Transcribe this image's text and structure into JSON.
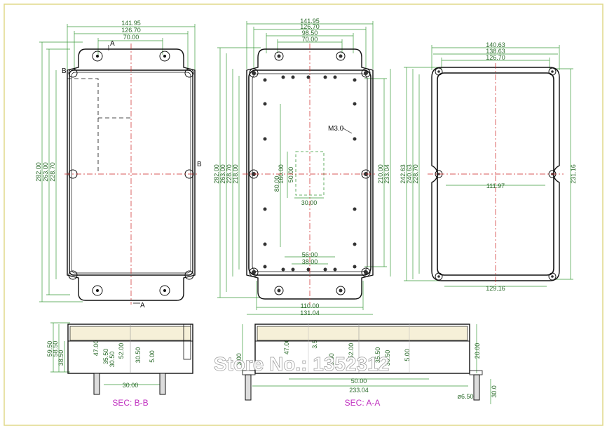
{
  "colors": {
    "outline": "#111111",
    "dimension": "#3a9a3a",
    "center": "#cc2222",
    "section": "#c030c0"
  },
  "watermark": "Store No.: 1352312",
  "view_left": {
    "top_dims": [
      "141.95",
      "126.70",
      "70.00"
    ],
    "left_dims": [
      "282.00",
      "263.00",
      "228.70"
    ],
    "marks": {
      "a_top": "A",
      "a_bottom": "A",
      "b_left": "B",
      "b_right": "B"
    }
  },
  "view_mid": {
    "top_dims": [
      "141.95",
      "126.70",
      "98.50",
      "70.00"
    ],
    "left_dims": [
      "282.00",
      "263.00",
      "228.70",
      "218.00"
    ],
    "inner_dims": [
      "80.00",
      "160.00",
      "50.00"
    ],
    "right_dims": [
      "210.00",
      "233.04"
    ],
    "screw": "M3.0",
    "dim_30": "30.00",
    "dim_56": "56.00",
    "dim_38": "38.00",
    "bottom_dims": [
      "110.00",
      "131.04"
    ]
  },
  "view_right": {
    "top_dims": [
      "140.63",
      "138.63",
      "126.70"
    ],
    "left_dims": [
      "242.63",
      "240.63",
      "228.70"
    ],
    "right_dim": "231.16",
    "mid_dim": "111.97",
    "bottom_dim": "129.16"
  },
  "sec_bb": {
    "title": "SEC: B-B",
    "left_dims": [
      "59.50",
      "58.50",
      "38.50"
    ],
    "inner_dims": [
      "47.00",
      "35.50",
      "30.50",
      "52.00",
      "30.50",
      "5.00"
    ],
    "bottom_dim": "30.00"
  },
  "sec_aa": {
    "title": "SEC: A-A",
    "left_dim": "3.00",
    "inner_dims": [
      "47.00",
      "3.50",
      "3.50",
      "52.00",
      "35.50",
      "30.50",
      "5.00"
    ],
    "right_dim": "20.00",
    "bottom_dims": [
      "50.00",
      "233.04"
    ],
    "hole": "ø6.50",
    "side": "30.0"
  }
}
